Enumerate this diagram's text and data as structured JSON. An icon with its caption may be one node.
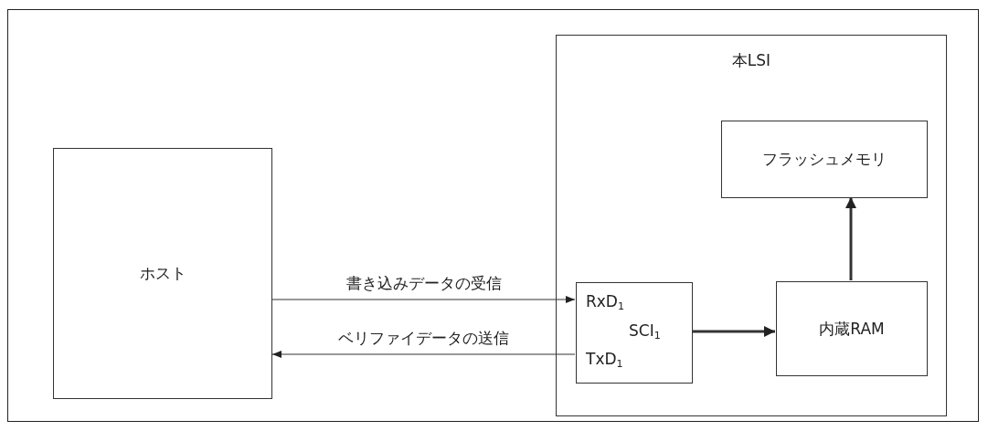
{
  "diagram": {
    "nodes": [
      {
        "text": [
          "ホスト"
        ]
      },
      {
        "text": [
          "本LSI"
        ]
      },
      {
        "text": [
          "フラッシュメモリ"
        ],
        "in": 1
      },
      {
        "text": [
          "RxD$_{1}$",
          "SCI$_{1}$",
          "TxD$_{1}$"
        ],
        "in": 1
      },
      {
        "text": [
          "内蔵RAM"
        ],
        "in": 1
      }
    ],
    "edges": [
      {
        "from": 0,
        "to": 3,
        "arrow": "to",
        "label": "書き込みデータの受信"
      },
      {
        "from": 3,
        "to": 0,
        "arrow": "to",
        "label": "ベリファイデータの送信"
      },
      {
        "from": 3,
        "to": 4,
        "arrow": "to",
        "style": "thick"
      },
      {
        "from": 4,
        "to": 2,
        "arrow": "to",
        "style": "thick"
      }
    ]
  }
}
